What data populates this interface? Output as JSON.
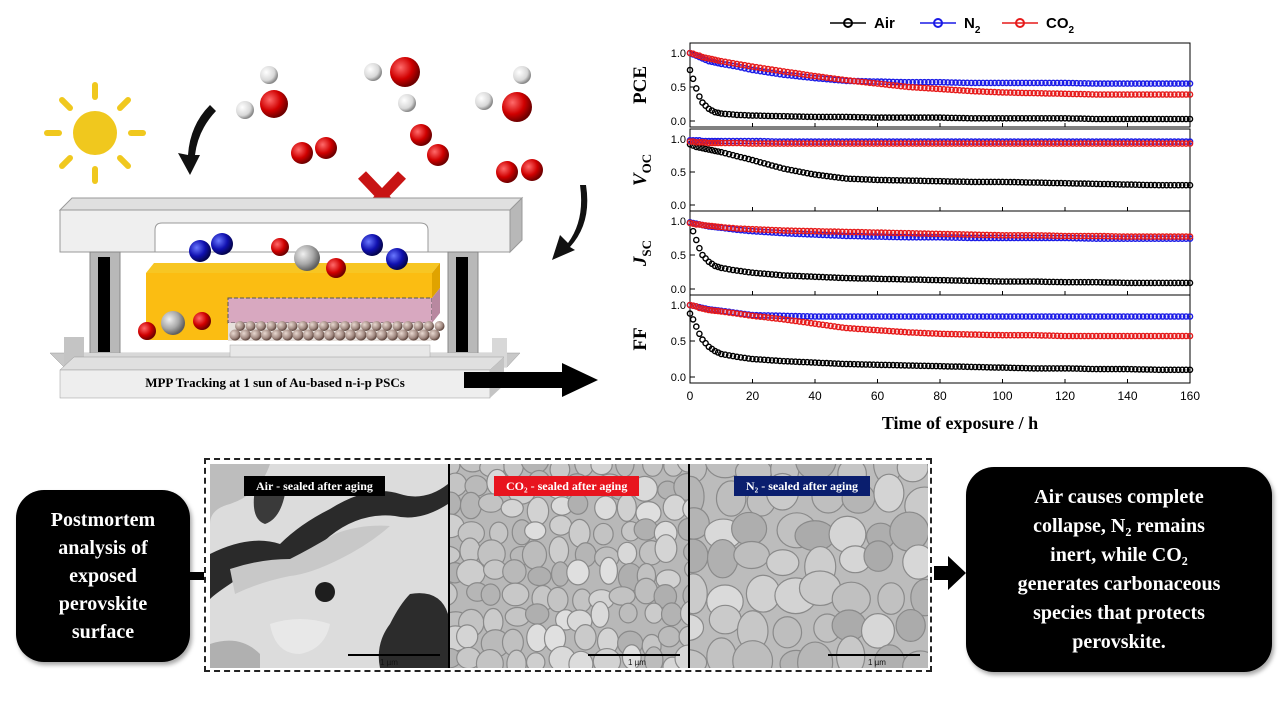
{
  "caption": {
    "mpp": "MPP Tracking at 1 sun of Au-based n-i-p PSCs"
  },
  "legend": {
    "air": "Air",
    "n2_main": "N",
    "n2_sub": "2",
    "co2_main": "CO",
    "co2_sub": "2"
  },
  "colors": {
    "air": "#000000",
    "n2": "#1a1ae6",
    "co2": "#e61a1a"
  },
  "sem": {
    "air_label": "Air -  sealed after aging",
    "co2_label": "CO₂ -  sealed after aging",
    "n2_label": "N₂ -  sealed after aging",
    "scale": "1 µm"
  },
  "postmortem": {
    "lines": [
      "Postmortem",
      "analysis of",
      "exposed",
      "perovskite",
      "surface"
    ]
  },
  "conclusion": {
    "lines": [
      "Air causes complete",
      "collapse, N₂ remains",
      "inert, while CO₂",
      "generates carbonaceous",
      "species that protects",
      "perovskite."
    ]
  },
  "chart_data": {
    "type": "scatter",
    "xlabel": "Time of exposure / h",
    "xlim": [
      0,
      160
    ],
    "xticks": [
      0,
      20,
      40,
      60,
      80,
      100,
      120,
      140,
      160
    ],
    "x": [
      0,
      1,
      2,
      3,
      4,
      6,
      8,
      10,
      15,
      20,
      30,
      40,
      50,
      60,
      70,
      80,
      90,
      100,
      110,
      120,
      130,
      140,
      150,
      160
    ],
    "panels": [
      {
        "ylabel_main": "PCE",
        "ylabel_sub": "",
        "italic": false,
        "ylim": [
          0,
          1.0
        ],
        "yticks": [
          "0.0",
          "0.5",
          "1.0"
        ],
        "series": [
          {
            "name": "Air",
            "values": [
              0.75,
              0.62,
              0.48,
              0.36,
              0.27,
              0.18,
              0.13,
              0.11,
              0.09,
              0.08,
              0.07,
              0.06,
              0.06,
              0.05,
              0.05,
              0.05,
              0.04,
              0.04,
              0.04,
              0.04,
              0.03,
              0.03,
              0.03,
              0.03
            ]
          },
          {
            "name": "N2",
            "values": [
              1.0,
              0.98,
              0.96,
              0.94,
              0.92,
              0.88,
              0.86,
              0.84,
              0.8,
              0.75,
              0.68,
              0.63,
              0.59,
              0.58,
              0.57,
              0.57,
              0.56,
              0.56,
              0.56,
              0.56,
              0.55,
              0.55,
              0.55,
              0.55
            ]
          },
          {
            "name": "CO2",
            "values": [
              1.0,
              0.99,
              0.97,
              0.96,
              0.94,
              0.92,
              0.9,
              0.88,
              0.84,
              0.8,
              0.73,
              0.66,
              0.6,
              0.55,
              0.5,
              0.47,
              0.44,
              0.42,
              0.41,
              0.4,
              0.39,
              0.39,
              0.39,
              0.39
            ]
          }
        ]
      },
      {
        "ylabel_main": "V",
        "ylabel_sub": "OC",
        "italic": true,
        "ylim": [
          0,
          1.0
        ],
        "yticks": [
          "0.0",
          "0.5",
          "1.0"
        ],
        "series": [
          {
            "name": "Air",
            "values": [
              0.92,
              0.9,
              0.88,
              0.87,
              0.86,
              0.84,
              0.82,
              0.8,
              0.74,
              0.68,
              0.55,
              0.46,
              0.4,
              0.38,
              0.37,
              0.36,
              0.35,
              0.35,
              0.34,
              0.33,
              0.32,
              0.31,
              0.3,
              0.3
            ]
          },
          {
            "name": "N2",
            "values": [
              0.98,
              0.98,
              0.98,
              0.98,
              0.97,
              0.97,
              0.97,
              0.97,
              0.97,
              0.97,
              0.96,
              0.96,
              0.96,
              0.96,
              0.96,
              0.96,
              0.96,
              0.96,
              0.96,
              0.96,
              0.96,
              0.96,
              0.96,
              0.96
            ]
          },
          {
            "name": "CO2",
            "values": [
              0.96,
              0.96,
              0.95,
              0.95,
              0.95,
              0.94,
              0.94,
              0.94,
              0.94,
              0.93,
              0.93,
              0.93,
              0.93,
              0.93,
              0.93,
              0.93,
              0.93,
              0.93,
              0.93,
              0.93,
              0.93,
              0.93,
              0.93,
              0.93
            ]
          }
        ]
      },
      {
        "ylabel_main": "J",
        "ylabel_sub": "SC",
        "italic": true,
        "ylim": [
          0,
          1.0
        ],
        "yticks": [
          "0.0",
          "0.5",
          "1.0"
        ],
        "series": [
          {
            "name": "Air",
            "values": [
              0.98,
              0.85,
              0.72,
              0.6,
              0.5,
              0.4,
              0.34,
              0.31,
              0.27,
              0.24,
              0.2,
              0.18,
              0.16,
              0.15,
              0.14,
              0.13,
              0.12,
              0.11,
              0.11,
              0.1,
              0.1,
              0.09,
              0.09,
              0.09
            ]
          },
          {
            "name": "N2",
            "values": [
              0.98,
              0.97,
              0.96,
              0.95,
              0.94,
              0.92,
              0.91,
              0.9,
              0.87,
              0.85,
              0.82,
              0.8,
              0.78,
              0.77,
              0.76,
              0.76,
              0.75,
              0.75,
              0.75,
              0.75,
              0.74,
              0.74,
              0.74,
              0.74
            ]
          },
          {
            "name": "CO2",
            "values": [
              0.97,
              0.96,
              0.95,
              0.95,
              0.94,
              0.93,
              0.92,
              0.91,
              0.89,
              0.88,
              0.86,
              0.85,
              0.84,
              0.83,
              0.82,
              0.81,
              0.8,
              0.79,
              0.79,
              0.78,
              0.78,
              0.77,
              0.77,
              0.77
            ]
          }
        ]
      },
      {
        "ylabel_main": "FF",
        "ylabel_sub": "",
        "italic": false,
        "ylim": [
          0,
          1.0
        ],
        "yticks": [
          "0.0",
          "0.5",
          "1.0"
        ],
        "series": [
          {
            "name": "Air",
            "values": [
              0.88,
              0.8,
              0.7,
              0.6,
              0.52,
              0.42,
              0.36,
              0.32,
              0.28,
              0.25,
              0.22,
              0.2,
              0.18,
              0.17,
              0.16,
              0.15,
              0.14,
              0.13,
              0.12,
              0.12,
              0.11,
              0.11,
              0.1,
              0.1
            ]
          },
          {
            "name": "N2",
            "values": [
              1.0,
              0.99,
              0.98,
              0.97,
              0.96,
              0.94,
              0.93,
              0.92,
              0.89,
              0.86,
              0.85,
              0.84,
              0.84,
              0.84,
              0.84,
              0.84,
              0.84,
              0.84,
              0.84,
              0.84,
              0.84,
              0.84,
              0.84,
              0.84
            ]
          },
          {
            "name": "CO2",
            "values": [
              1.0,
              0.99,
              0.98,
              0.96,
              0.95,
              0.93,
              0.92,
              0.91,
              0.88,
              0.85,
              0.8,
              0.74,
              0.68,
              0.65,
              0.62,
              0.6,
              0.59,
              0.58,
              0.58,
              0.57,
              0.57,
              0.57,
              0.57,
              0.57
            ]
          }
        ]
      }
    ]
  }
}
